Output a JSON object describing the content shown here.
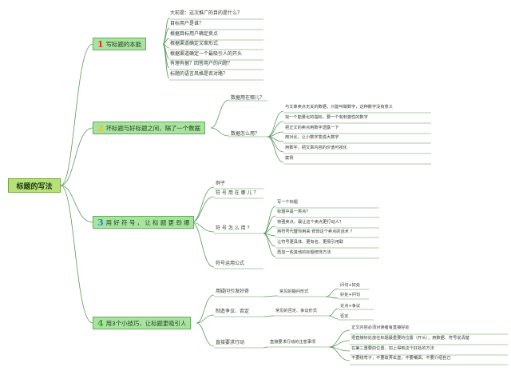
{
  "root": {
    "label": "标题的写法"
  },
  "sections": [
    {
      "num": "1",
      "num_color": "#e0302a",
      "label": "写标题的本能",
      "items": [
        "大前提：这次推广的目的是什么？",
        "目标用户是谁？",
        "根据目标用户确定卖点",
        "根据渠道确定文案形式",
        "根据渠道确定一个最吸引人的开头",
        "有理有据？回答用户的问题？",
        "标题的语言风格是否对路？"
      ]
    },
    {
      "num": "2",
      "num_color": "#f2c21a",
      "label": "坏标题与好标题之间，隔了一个数据",
      "subs": [
        {
          "label": "数据用在哪儿？"
        },
        {
          "label": "数据怎么用？",
          "items": [
            "与文章卖点无关的数据，只能叫做数字，这种数字没有意义",
            "找一个能量化的指标，要一个有刺激性的数字",
            "把正文的卖点用数字透露一下",
            "用对比，让小数字变成大数字",
            "用数字，把文章内容的价值可视化",
            "案例"
          ]
        }
      ]
    },
    {
      "num": "3",
      "num_color": "#1f86c8",
      "label": "用 好 符 号 ， 让 标 题 更 劲 爆",
      "subs": [
        {
          "label": "例子"
        },
        {
          "label": "符 号 用 在 哪 儿 ？"
        },
        {
          "label": "符 号 怎 么 用 ？",
          "items": [
            "写一个标题",
            "标题中是一类点？",
            "将强卖点，最让这个卖点更打动人？",
            "用符号代替你用来 修饰这个卖点的话术 ？",
            "让符号更具体、更有名、更易引用联",
            "再加一些其他的标题修饰方法"
          ]
        },
        {
          "label": "符号运用公式"
        }
      ]
    },
    {
      "num": "4",
      "num_color": "#3aa52e",
      "label": "用3个小技巧，让标题更吸引人",
      "subs": [
        {
          "label": "用疑问引发好奇",
          "mid": "常见的疑问形式",
          "items": [
            "问句+好处",
            "好处+问句"
          ]
        },
        {
          "label": "制造争议、否定",
          "mid": "常见的否定、争议形式",
          "items": [
            "论点+争议",
            "否定"
          ]
        },
        {
          "label": "直接要求行动",
          "mid": "直接要求行动的注意事项",
          "items": [
            "正文内容必须对读者有直接好处",
            "把直接好处放在标题最重要的位置（开头），用数据、符号说清楚",
            "在第二重要的位置，加上得到这个好处的方法",
            "不要绕弯子，不要故弄玄虚，不要嘲讽，不要介绍自己"
          ]
        }
      ]
    }
  ],
  "colors": {
    "line": "#5a9a5a",
    "root_fill": "#b7e07a",
    "main_fill": "#a9e3a0"
  }
}
